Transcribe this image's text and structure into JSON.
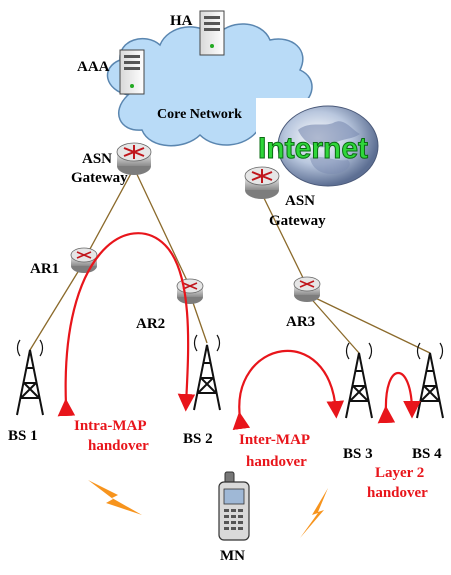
{
  "cloud_label": "Core Network",
  "internet_label": "Internet",
  "servers": {
    "ha": "HA",
    "aaa": "AAA"
  },
  "gateways": {
    "left": [
      "ASN",
      "Gateway"
    ],
    "right": [
      "ASN",
      "Gateway"
    ]
  },
  "routers": {
    "ar1": "AR1",
    "ar2": "AR2",
    "ar3": "AR3"
  },
  "base_stations": {
    "bs1": "BS 1",
    "bs2": "BS 2",
    "bs3": "BS 3",
    "bs4": "BS 4"
  },
  "handovers": {
    "intra": [
      "Intra-MAP",
      "handover"
    ],
    "inter": [
      "Inter-MAP",
      "handover"
    ],
    "layer2": [
      "Layer 2",
      "handover"
    ]
  },
  "mobile_node": "MN",
  "colors": {
    "handover_red": "#e8151b",
    "link_brown": "#8b6a2b",
    "cloud": "#b9dbf7",
    "lightning": "#f7941d"
  }
}
